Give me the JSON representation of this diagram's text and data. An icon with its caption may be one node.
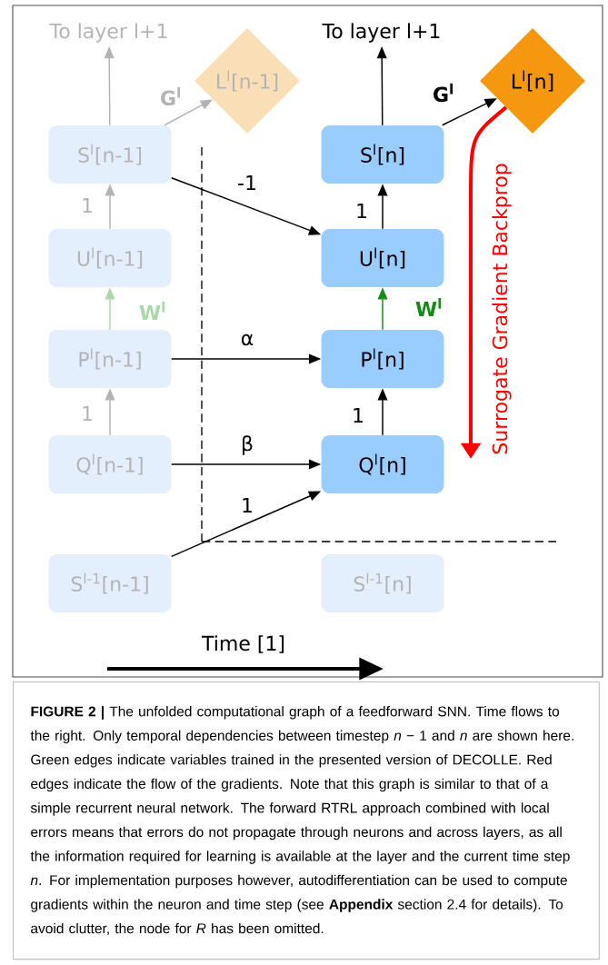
{
  "diagram": {
    "caption": "**FIGURE 2 |** The unfolded computational graph of a feedforward SNN. Time flows to the right. Only temporal dependencies between timestep *n* − 1 and *n* are shown here. Green edges indicate variables trained in the presented version of DECOLLE. Red edges indicate the flow of the gradients. Note that this graph is similar to that of a simple recurrent neural network. The forward RTRL approach combined with local errors means that errors do not propagate through neurons and across layers, as all the information required for learning is available at the layer and the current time step *n*. For implementation purposes however, autodifferentiation can be used to compute gradients within the neuron and time step (see **Appendix** section 2.4 for details). To avoid clutter, the node for *R* has been omitted.",
    "nodes": [
      {
        "text": [
          "To layer l+1"
        ]
      },
      {
        "text": [
          "L$^{l}$[n-1]"
        ]
      },
      {
        "text": [
          "To layer l+1"
        ]
      },
      {
        "text": [
          "L$^{l}$[n]"
        ]
      },
      {
        "text": [
          "S$^{l}$[n-1]"
        ]
      },
      {
        "text": [
          "S$^{l}$[n]"
        ]
      },
      {
        "text": [
          "U$^{l}$[n-1]"
        ]
      },
      {
        "text": [
          "U$^{l}$[n]"
        ]
      },
      {
        "text": [
          "P$^{l}$[n-1]"
        ]
      },
      {
        "text": [
          "P$^{l}$[n]"
        ]
      },
      {
        "text": [
          "Q$^{l}$[n-1]"
        ]
      },
      {
        "text": [
          "Q$^{l}$[n]"
        ]
      },
      {
        "text": [
          "S$^{l-1}$[n-1]"
        ]
      },
      {
        "text": [
          "S$^{l-1}$[n]"
        ]
      }
    ],
    "edges": [
      {
        "from": 4,
        "to": 0,
        "arrow": "to",
        "color": "#b3b3b3"
      },
      {
        "from": 4,
        "to": 1,
        "arrow": "to",
        "label": "G$^{l}$",
        "color": "#b3b3b3"
      },
      {
        "from": 5,
        "to": 2,
        "arrow": "to"
      },
      {
        "from": 5,
        "to": 3,
        "arrow": "to",
        "label": "G$^{l}$"
      },
      {
        "from": 6,
        "to": 4,
        "arrow": "to",
        "label": "1",
        "color": "#b3b3b3"
      },
      {
        "from": 7,
        "to": 5,
        "arrow": "to",
        "label": "1"
      },
      {
        "from": 8,
        "to": 6,
        "arrow": "to",
        "label": "W$^{l}$",
        "color": "#a9d9a9"
      },
      {
        "from": 9,
        "to": 7,
        "arrow": "to",
        "label": "W$^{l}$",
        "color": "#168a16"
      },
      {
        "from": 10,
        "to": 8,
        "arrow": "to",
        "label": "1",
        "color": "#b3b3b3"
      },
      {
        "from": 11,
        "to": 9,
        "arrow": "to",
        "label": "1"
      },
      {
        "from": 4,
        "to": 7,
        "arrow": "to",
        "label": "-1"
      },
      {
        "from": 8,
        "to": 9,
        "arrow": "to",
        "label": "α"
      },
      {
        "from": 10,
        "to": 11,
        "arrow": "to",
        "label": "β"
      },
      {
        "from": 12,
        "to": 11,
        "arrow": "to",
        "label": "1"
      },
      {
        "from": 3,
        "to": null,
        "arrow": "to",
        "label": "Surrogate Gradient Backprop",
        "style": "thick",
        "color": "#ff0000"
      }
    ],
    "labels": [
      "Time [1]"
    ]
  }
}
